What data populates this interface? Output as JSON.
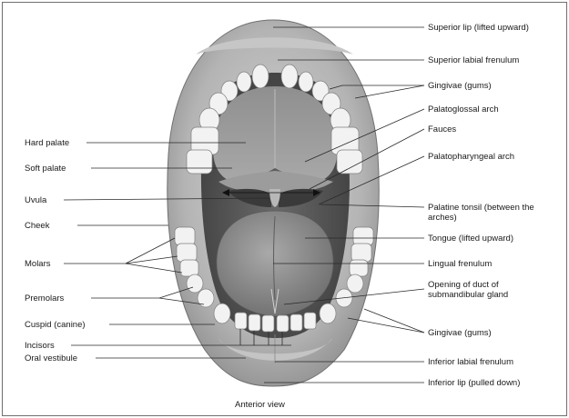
{
  "figure": {
    "caption": "Anterior view",
    "labels_left": {
      "hard_palate": "Hard palate",
      "soft_palate": "Soft palate",
      "uvula": "Uvula",
      "cheek": "Cheek",
      "molars": "Molars",
      "premolars": "Premolars",
      "cuspid": "Cuspid (canine)",
      "incisors": "Incisors",
      "oral_vestibule": "Oral vestibule"
    },
    "labels_right": {
      "superior_lip": "Superior lip (lifted upward)",
      "superior_frenulum": "Superior labial frenulum",
      "gingivae_upper": "Gingivae (gums)",
      "palatoglossal": "Palatoglossal arch",
      "fauces": "Fauces",
      "palatopharyngeal": "Palatopharyngeal arch",
      "palatine_tonsil": "Palatine tonsil (between the arches)",
      "tongue": "Tongue (lifted upward)",
      "lingual_frenulum": "Lingual frenulum",
      "duct_opening": "Opening of duct of submandibular gland",
      "gingivae_lower": "Gingivae (gums)",
      "inferior_frenulum": "Inferior labial frenulum",
      "inferior_lip": "Inferior lip (pulled down)"
    }
  }
}
